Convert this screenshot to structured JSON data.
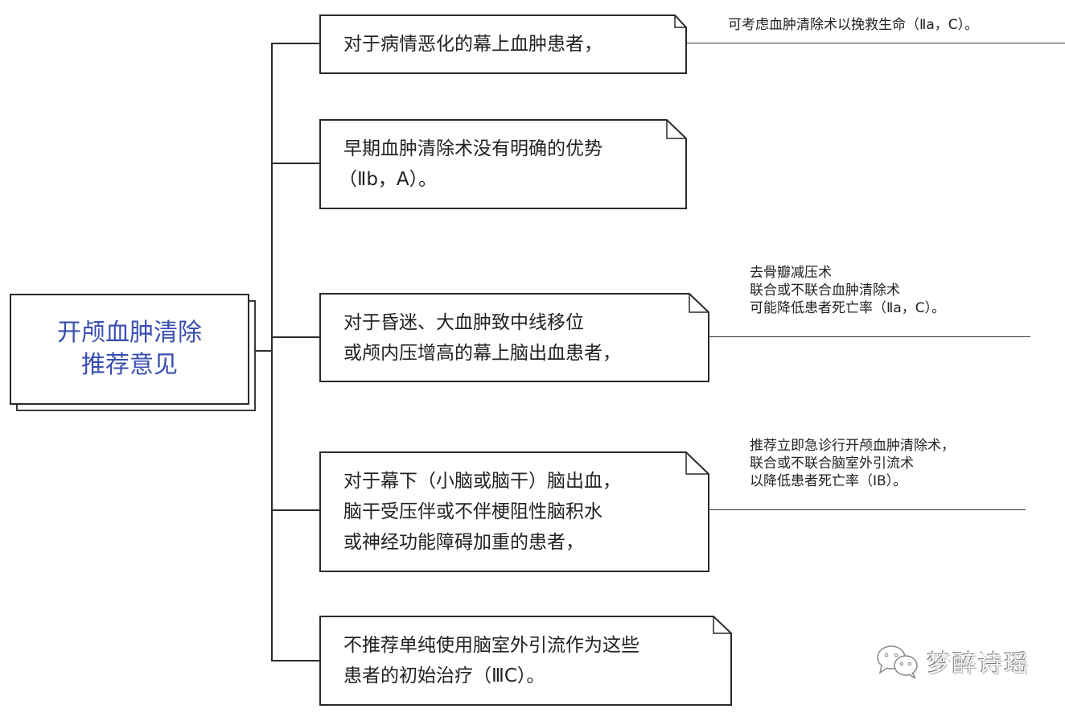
{
  "root": {
    "title_line1": "开颅血肿清除",
    "title_line2": "推荐意见",
    "color": "#3a4fb0"
  },
  "branches": [
    {
      "condition": [
        "对于病情恶化的幕上血肿患者，"
      ],
      "recommendation": [
        "可考虑血肿清除术以挽救生命（Ⅱa，C）。"
      ]
    },
    {
      "condition": [
        "早期血肿清除术没有明确的优势",
        "（Ⅱb，A）。"
      ],
      "recommendation": []
    },
    {
      "condition": [
        "对于昏迷、大血肿致中线移位",
        "或颅内压增高的幕上脑出血患者，"
      ],
      "recommendation": [
        "去骨瓣减压术",
        "联合或不联合血肿清除术",
        "可能降低患者死亡率（Ⅱa，C）。"
      ]
    },
    {
      "condition": [
        "对于幕下（小脑或脑干）脑出血，",
        "脑干受压伴或不伴梗阻性脑积水",
        "或神经功能障碍加重的患者，"
      ],
      "recommendation": [
        "推荐立即急诊行开颅血肿清除术，",
        "联合或不联合脑室外引流术",
        "以降低患者死亡率（ⅠB）。"
      ]
    },
    {
      "condition": [
        "不推荐单纯使用脑室外引流作为这些",
        "患者的初始治疗（ⅢC）。"
      ],
      "recommendation": []
    }
  ],
  "watermark": {
    "icon": "wechat-icon",
    "label": "梦醉诗瑶"
  }
}
